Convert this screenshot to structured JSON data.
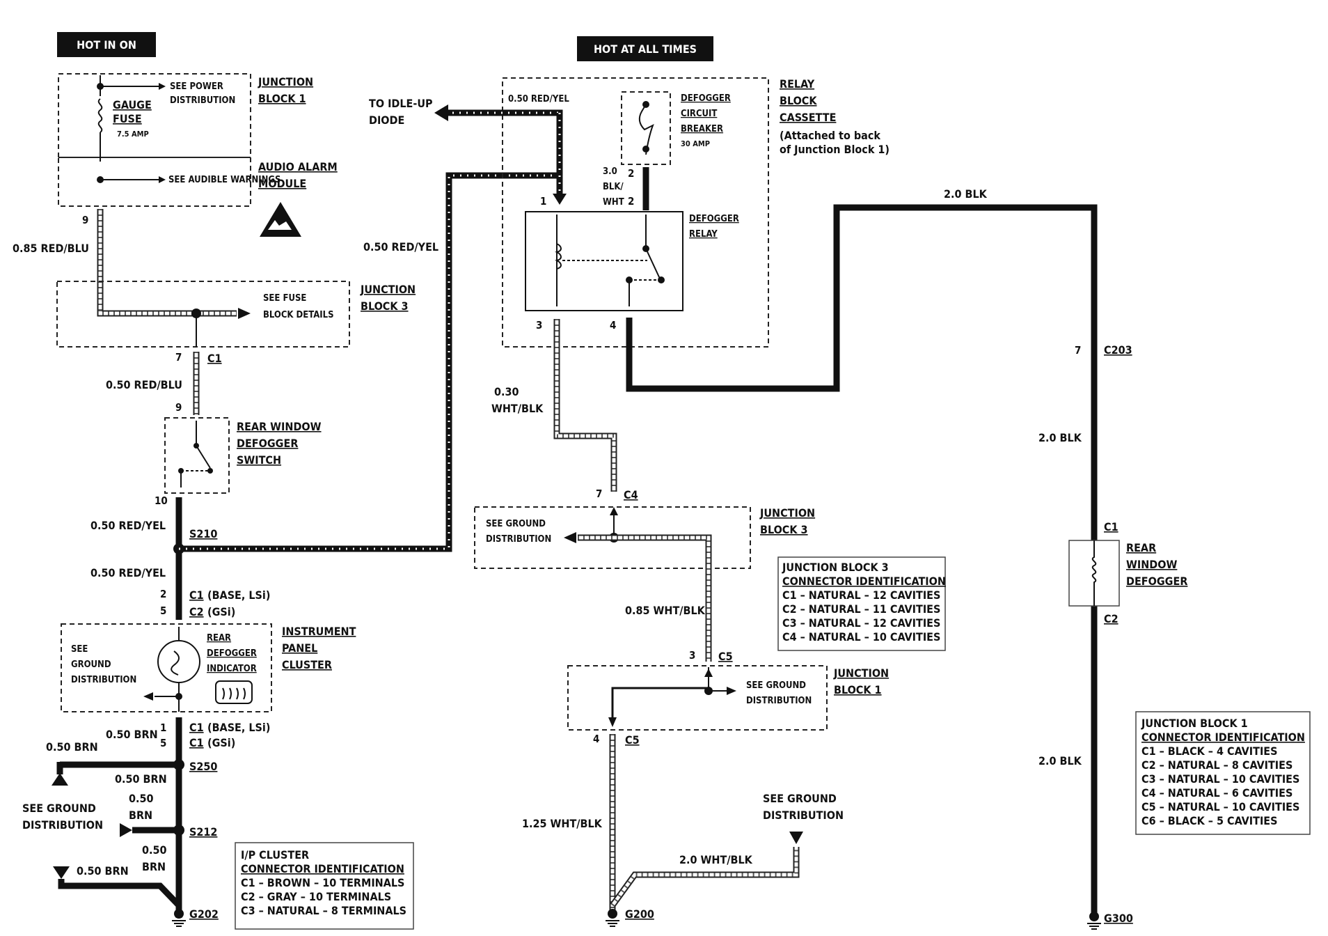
{
  "headers": {
    "hot_in_on": "HOT IN ON",
    "hot_at_all_times": "HOT AT ALL TIMES"
  },
  "components": {
    "junction_block_1_top": [
      "JUNCTION",
      "BLOCK 1"
    ],
    "gauge_fuse": [
      "GAUGE",
      "FUSE"
    ],
    "gauge_fuse_rating": "7.5 AMP",
    "see_power_distribution": [
      "SEE POWER",
      "DISTRIBUTION"
    ],
    "audio_alarm_module": [
      "AUDIO ALARM",
      "MODULE"
    ],
    "see_audible_warnings": "SEE AUDIBLE WARNINGS",
    "junction_block_3_left": [
      "JUNCTION",
      "BLOCK 3"
    ],
    "see_fuse_block_details": [
      "SEE FUSE",
      "BLOCK DETAILS"
    ],
    "rear_window_defogger_switch": [
      "REAR WINDOW",
      "DEFOGGER",
      "SWITCH"
    ],
    "instrument_panel_cluster": [
      "INSTRUMENT",
      "PANEL",
      "CLUSTER"
    ],
    "rear_defogger_indicator": [
      "REAR",
      "DEFOGGER",
      "INDICATOR"
    ],
    "see_ground_distribution_ipc": [
      "SEE",
      "GROUND",
      "DISTRIBUTION"
    ],
    "see_ground_distribution_left": [
      "SEE GROUND",
      "DISTRIBUTION"
    ],
    "to_idle_up_diode": [
      "TO IDLE-UP",
      "DIODE"
    ],
    "relay_block_cassette": [
      "RELAY",
      "BLOCK",
      "CASSETTE"
    ],
    "relay_block_note": [
      "(Attached to back",
      "of Junction Block 1)"
    ],
    "defogger_circuit_breaker": [
      "DEFOGGER",
      "CIRCUIT",
      "BREAKER"
    ],
    "breaker_rating": "30 AMP",
    "defogger_relay": [
      "DEFOGGER",
      "RELAY"
    ],
    "junction_block_3_mid": [
      "JUNCTION",
      "BLOCK 3"
    ],
    "see_ground_distribution_jb3": [
      "SEE GROUND",
      "DISTRIBUTION"
    ],
    "junction_block_1_mid": [
      "JUNCTION",
      "BLOCK 1"
    ],
    "see_ground_distribution_jb1": [
      "SEE GROUND",
      "DISTRIBUTION"
    ],
    "see_ground_distribution_bottom": [
      "SEE GROUND",
      "DISTRIBUTION"
    ],
    "rear_window_defogger": [
      "REAR",
      "WINDOW",
      "DEFOGGER"
    ]
  },
  "wires": {
    "w085_red_blu": "0.85 RED/BLU",
    "w050_red_blu": "0.50 RED/BLU",
    "w050_red_yel_a": "0.50 RED/YEL",
    "w050_red_yel_b": "0.50 RED/YEL",
    "w050_red_yel_c": "0.50 RED/YEL",
    "w050_red_yel_top": "0.50 RED/YEL",
    "w30_blk_wht": [
      "3.0",
      "BLK/",
      "WHT"
    ],
    "w20_blk_top": "2.0 BLK",
    "w20_blk_mid": "2.0 BLK",
    "w20_blk_low": "2.0 BLK",
    "w030_wht_blk": [
      "0.30",
      "WHT/BLK"
    ],
    "w085_wht_blk": "0.85 WHT/BLK",
    "w125_wht_blk": "1.25 WHT/BLK",
    "w20_wht_blk": "2.0 WHT/BLK",
    "w050_brn_a": "0.50 BRN",
    "w050_brn_b": "0.50 BRN",
    "w050_brn_c": "0.50 BRN",
    "w050_brn_d": [
      "0.50",
      "BRN"
    ],
    "w050_brn_e": [
      "0.50",
      "BRN"
    ],
    "w050_brn_f": "0.50 BRN"
  },
  "connectors": {
    "c1": "C1",
    "c2": "C2",
    "c4": "C4",
    "c5": "C5",
    "c203": "C203",
    "c1_base_lsi": "(BASE, LSi)",
    "c2_gsi": "(GSi)",
    "c1_gsi": "(GSi)",
    "s210": "S210",
    "s250": "S250",
    "s212": "S212",
    "g202": "G202",
    "g200": "G200",
    "g300": "G300"
  },
  "pins": {
    "p9a": "9",
    "p7a": "7",
    "p9b": "9",
    "p10": "10",
    "p2a": "2",
    "p5a": "5",
    "p1b": "1",
    "p5b": "5",
    "p1r": "1",
    "p2r": "2",
    "p2r2": "2",
    "p3r": "3",
    "p4r": "4",
    "p7c4": "7",
    "p3c5": "3",
    "p4c5": "4",
    "p7c203": "7"
  },
  "id_tables": {
    "ip_cluster": {
      "title": [
        "I/P CLUSTER",
        "CONNECTOR IDENTIFICATION"
      ],
      "rows": [
        "C1 – BROWN – 10 TERMINALS",
        "C2 – GRAY – 10 TERMINALS",
        "C3 – NATURAL – 8 TERMINALS"
      ]
    },
    "jb3": {
      "title": [
        "JUNCTION BLOCK 3",
        "CONNECTOR IDENTIFICATION"
      ],
      "rows": [
        "C1 – NATURAL – 12 CAVITIES",
        "C2 – NATURAL – 11 CAVITIES",
        "C3 – NATURAL – 12 CAVITIES",
        "C4 – NATURAL – 10 CAVITIES"
      ]
    },
    "jb1": {
      "title": [
        "JUNCTION BLOCK 1",
        "CONNECTOR IDENTIFICATION"
      ],
      "rows": [
        "C1 – BLACK – 4 CAVITIES",
        "C2 – NATURAL – 8 CAVITIES",
        "C3 – NATURAL – 10 CAVITIES",
        "C4 – NATURAL – 6 CAVITIES",
        "C5 – NATURAL – 10 CAVITIES",
        "C6 – BLACK – 5 CAVITIES"
      ]
    }
  }
}
